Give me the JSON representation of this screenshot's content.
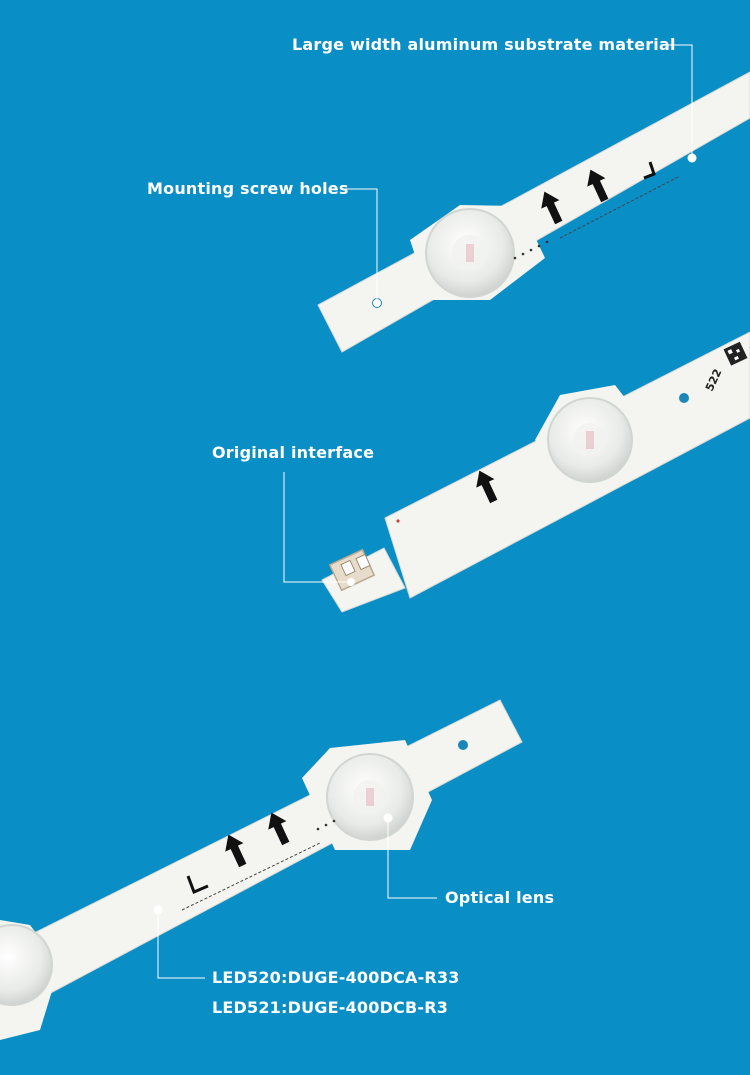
{
  "colors": {
    "background": "#0a8ec6",
    "strip": "#f4f4f0",
    "label": "#ffffff"
  },
  "callouts": {
    "substrate": "Large width aluminum substrate material",
    "screw_holes": "Mounting screw holes",
    "interface": "Original interface",
    "lens": "Optical lens",
    "led520": "LED520:DUGE-400DCA-R33",
    "led521": "LED521:DUGE-400DCB-R3"
  },
  "strip_marks": {
    "code": "522"
  }
}
